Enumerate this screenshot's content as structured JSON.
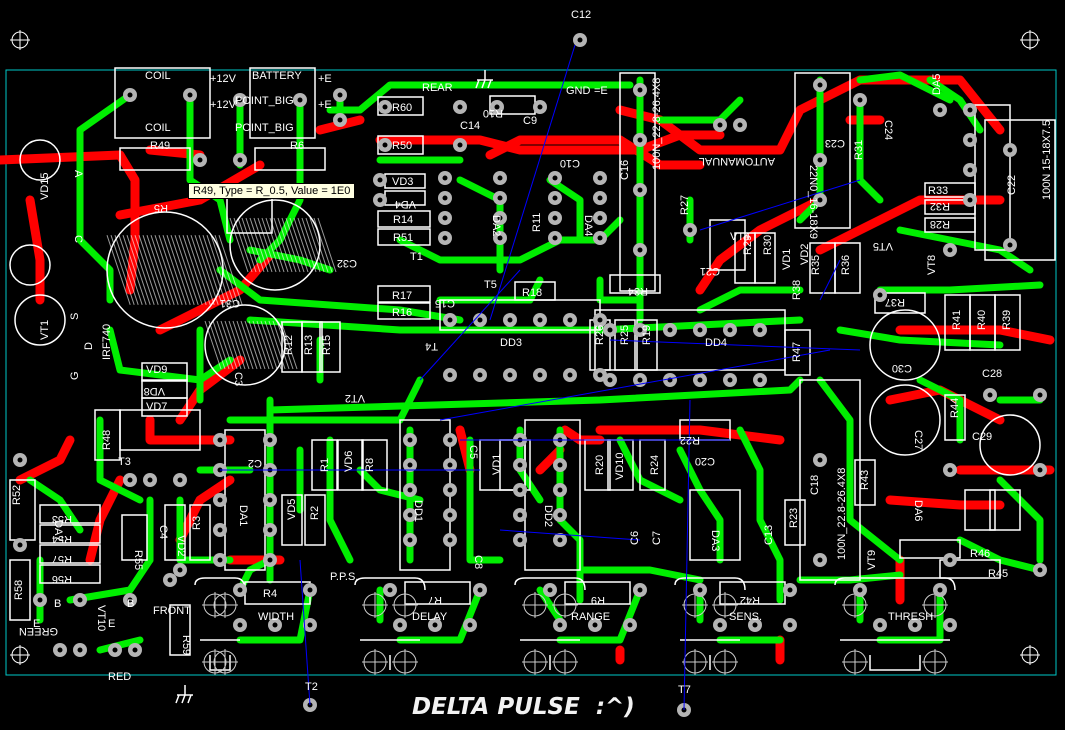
{
  "title": "DELTA PULSE  :^)",
  "tooltip": "R49, Type = R_0.5, Value = 1E0",
  "colors": {
    "background": "#000000",
    "top_copper": "#00ee00",
    "bottom_copper": "#ff0000",
    "silkscreen": "#ffffff",
    "pad": "#b4b4b4",
    "ratsnest": "#0000ff",
    "board_outline": "#00c8c8"
  },
  "labels": {
    "coil_top": "COIL",
    "coil_bot": "COIL",
    "p12v_a": "+12V",
    "p12v_b": "+12V",
    "battery": "BATTERY",
    "pe_a": "+E",
    "pe_b": "+E",
    "point_big_a": "POINT_BIG",
    "point_big_b": "POINT_BIG",
    "rear": "REAR",
    "r60": "R60",
    "r10": "R10",
    "gnd": "GND",
    "eq_e": "=E",
    "c12": "C12",
    "c14": "C14",
    "c9": "C9",
    "c10": "C10",
    "r49": "R49",
    "r6": "R6",
    "r50": "R50",
    "vd3": "VD3",
    "vd4": "VD4",
    "r14": "R14",
    "r51": "R51",
    "da2": "DA2",
    "r11": "R11",
    "da4": "DA4",
    "c16": "C16",
    "cap_100n_a": "100N_22.8-26.4X8",
    "r27": "R27",
    "automanual": "AUTOMANUAL",
    "vt4": "VT4",
    "c21": "C21",
    "r29": "R29",
    "r30": "R30",
    "vd1a": "VD1",
    "vd2a": "VD2",
    "r34": "R34",
    "c23": "C23",
    "cap_22n": "22N0_16-18X9",
    "r31": "R31",
    "c24": "C24",
    "da5": "DA5",
    "c22": "C22",
    "cap_100n_b": "100N 15-18X7.5",
    "r33": "R33",
    "r32": "R32",
    "r28": "R28",
    "vt5": "VT5",
    "vt8": "VT8",
    "r35": "R35",
    "r36": "R36",
    "r37": "R37",
    "r41": "R41",
    "r40": "R40",
    "r39": "R39",
    "c30": "C30",
    "c28": "C28",
    "r44": "R44",
    "c27": "C27",
    "c29": "C29",
    "r43": "R43",
    "da6": "DA6",
    "r46": "R46",
    "r45": "R45",
    "vt9": "VT9",
    "c18": "C18",
    "cap_100n_c": "100N_22.8-26.4X8",
    "dd4": "DD4",
    "dd3": "DD3",
    "r26": "R26",
    "r25": "R25",
    "r19": "R19",
    "r47": "R47",
    "r38": "R38",
    "r18": "R18",
    "t5": "T5",
    "t1": "T1",
    "c15": "C15",
    "r17": "R17",
    "r16": "R16",
    "c32": "C32",
    "c31": "C31",
    "r5": "R5",
    "c3": "C3",
    "r12a": "R12",
    "r13": "R13",
    "r15": "R15",
    "vt2": "VT2",
    "vd9": "VD9",
    "vd8": "VD8",
    "vd7": "VD7",
    "irf740": "IRF740",
    "vd15": "VD15",
    "vt1": "VT1",
    "r48": "R48",
    "t3": "T3",
    "r52": "R52",
    "da7": "DA7",
    "r53": "R53",
    "r54": "R54",
    "r57": "R57",
    "r56": "R56",
    "r55": "R55",
    "c4": "C4",
    "vd2": "VD2",
    "r3": "R3",
    "da1": "DA1",
    "c2": "C2",
    "r1": "R1",
    "vd6": "VD6",
    "r8": "R8",
    "r2": "R2",
    "vd5": "VD5",
    "dd1": "DD1",
    "c5": "C5",
    "vd1": "VD1",
    "c8": "C8",
    "dd2": "DD2",
    "r20": "R20",
    "vd10": "VD10",
    "r24": "R24",
    "r22": "R22",
    "c20": "C20",
    "c6": "C6",
    "c7": "C7",
    "da3": "DA3",
    "c13": "C13",
    "r23": "R23",
    "r4": "R4",
    "r7": "R7",
    "r9": "R9",
    "r42": "R42",
    "width": "WIDTH",
    "delay": "DELAY",
    "range": "RANGE",
    "sens": "SENS.",
    "thresh": "THRESH",
    "pps": "P.P.S.",
    "r58": "R58",
    "green": "GREEN",
    "red": "RED",
    "vt10": "VT10",
    "b1": "B",
    "b2": "B",
    "e1": "E",
    "e2": "E",
    "front": "FRONT",
    "r59": "R59",
    "t2": "T2",
    "t7": "T7",
    "t4": "T4",
    "pin_a": "A",
    "pin_c": "C",
    "pin_s": "S",
    "pin_d": "D",
    "pin_g": "G"
  }
}
